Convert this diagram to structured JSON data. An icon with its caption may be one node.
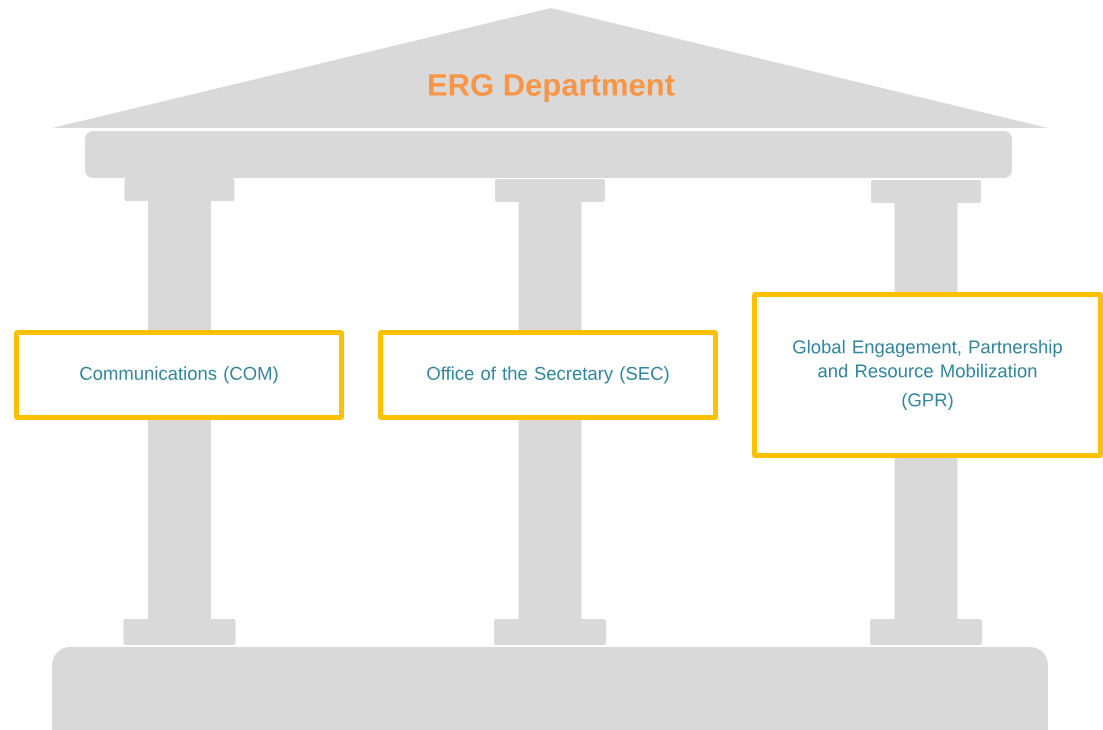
{
  "diagram": {
    "nodes": [
      {
        "text": [
          "ERG Department"
        ]
      },
      {
        "text": [
          "Communications (COM)"
        ]
      },
      {
        "text": [
          "Office of the Secretary (SEC)"
        ]
      },
      {
        "text": [
          "Global  Engagement, Partnership and Resource Mobilization",
          "(GPR)"
        ]
      }
    ]
  }
}
